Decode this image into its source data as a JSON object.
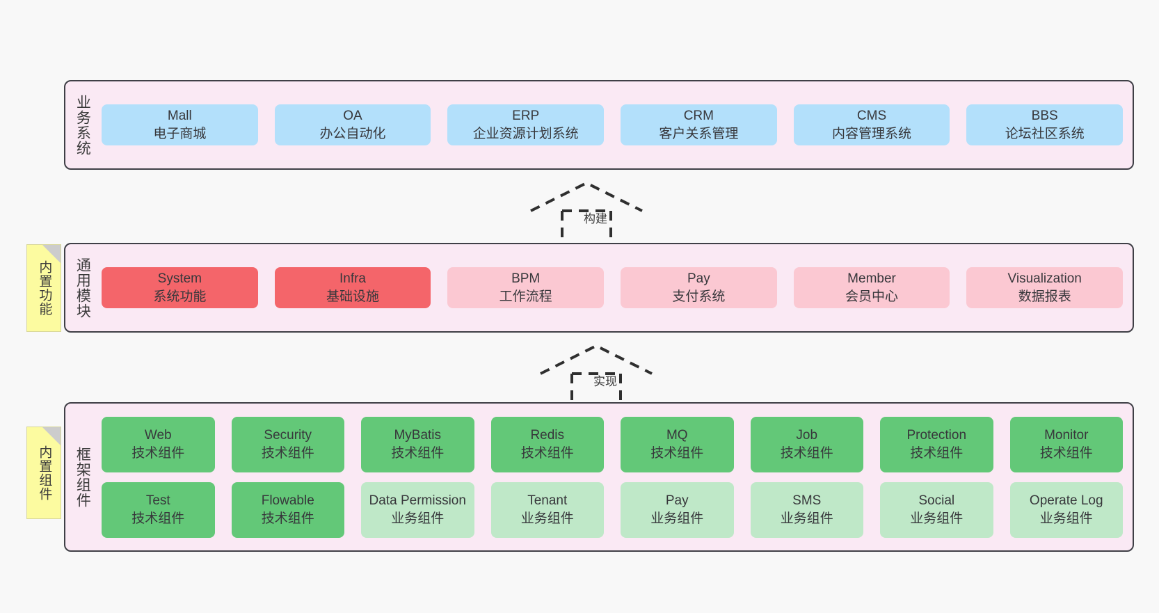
{
  "diagram": {
    "background_color": "#f8f8f8",
    "band_fill": "#fae9f4",
    "band_border": "#3f3f46"
  },
  "layers": [
    {
      "key": "business",
      "title": "业务系统",
      "note": null,
      "rows": [
        {
          "cells": [
            {
              "name": "Mall",
              "sub": "电子商城",
              "color": "#b3e0fb",
              "variant": "c-blue"
            },
            {
              "name": "OA",
              "sub": "办公自动化",
              "color": "#b3e0fb",
              "variant": "c-blue"
            },
            {
              "name": "ERP",
              "sub": "企业资源计划系统",
              "color": "#b3e0fb",
              "variant": "c-blue"
            },
            {
              "name": "CRM",
              "sub": "客户关系管理",
              "color": "#b3e0fb",
              "variant": "c-blue"
            },
            {
              "name": "CMS",
              "sub": "内容管理系统",
              "color": "#b3e0fb",
              "variant": "c-blue"
            },
            {
              "name": "BBS",
              "sub": "论坛社区系统",
              "color": "#b3e0fb",
              "variant": "c-blue"
            }
          ]
        }
      ]
    },
    {
      "key": "common",
      "title": "通用模块",
      "note": "内置功能",
      "rows": [
        {
          "cells": [
            {
              "name": "System",
              "sub": "系统功能",
              "color": "#f4656a",
              "variant": "c-red"
            },
            {
              "name": "Infra",
              "sub": "基础设施",
              "color": "#f4656a",
              "variant": "c-red"
            },
            {
              "name": "BPM",
              "sub": "工作流程",
              "color": "#fbc8d2",
              "variant": "c-pink"
            },
            {
              "name": "Pay",
              "sub": "支付系统",
              "color": "#fbc8d2",
              "variant": "c-pink"
            },
            {
              "name": "Member",
              "sub": "会员中心",
              "color": "#fbc8d2",
              "variant": "c-pink"
            },
            {
              "name": "Visualization",
              "sub": "数据报表",
              "color": "#fbc8d2",
              "variant": "c-pink"
            }
          ]
        }
      ]
    },
    {
      "key": "framework",
      "title": "框架组件",
      "note": "内置组件",
      "rows": [
        {
          "cells": [
            {
              "name": "Web",
              "sub": "技术组件",
              "color": "#63c878",
              "variant": "c-green"
            },
            {
              "name": "Security",
              "sub": "技术组件",
              "color": "#63c878",
              "variant": "c-green"
            },
            {
              "name": "MyBatis",
              "sub": "技术组件",
              "color": "#63c878",
              "variant": "c-green"
            },
            {
              "name": "Redis",
              "sub": "技术组件",
              "color": "#63c878",
              "variant": "c-green"
            },
            {
              "name": "MQ",
              "sub": "技术组件",
              "color": "#63c878",
              "variant": "c-green"
            },
            {
              "name": "Job",
              "sub": "技术组件",
              "color": "#63c878",
              "variant": "c-green"
            },
            {
              "name": "Protection",
              "sub": "技术组件",
              "color": "#63c878",
              "variant": "c-green"
            },
            {
              "name": "Monitor",
              "sub": "技术组件",
              "color": "#63c878",
              "variant": "c-green"
            }
          ]
        },
        {
          "cells": [
            {
              "name": "Test",
              "sub": "技术组件",
              "color": "#63c878",
              "variant": "c-green"
            },
            {
              "name": "Flowable",
              "sub": "技术组件",
              "color": "#63c878",
              "variant": "c-green"
            },
            {
              "name": "Data Permission",
              "sub": "业务组件",
              "color": "#bfe8c8",
              "variant": "c-green-light",
              "wrap": true
            },
            {
              "name": "Tenant",
              "sub": "业务组件",
              "color": "#bfe8c8",
              "variant": "c-green-light"
            },
            {
              "name": "Pay",
              "sub": "业务组件",
              "color": "#bfe8c8",
              "variant": "c-green-light"
            },
            {
              "name": "SMS",
              "sub": "业务组件",
              "color": "#bfe8c8",
              "variant": "c-green-light"
            },
            {
              "name": "Social",
              "sub": "业务组件",
              "color": "#bfe8c8",
              "variant": "c-green-light"
            },
            {
              "name": "Operate Log",
              "sub": "业务组件",
              "color": "#bfe8c8",
              "variant": "c-green-light"
            }
          ]
        }
      ]
    }
  ],
  "connectors": [
    {
      "key": "build",
      "label": "构建",
      "style": "dashed-generalization"
    },
    {
      "key": "implement",
      "label": "实现",
      "style": "dashed-generalization"
    }
  ]
}
